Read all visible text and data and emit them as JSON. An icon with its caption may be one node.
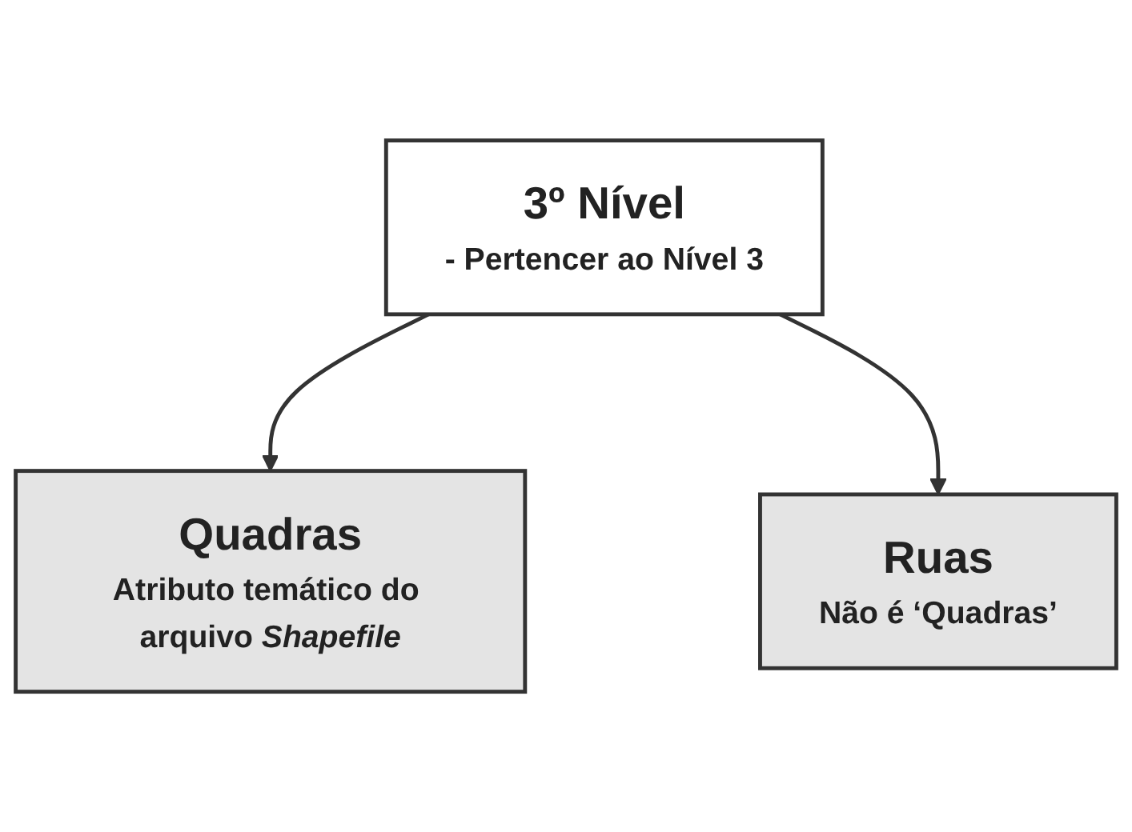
{
  "diagram": {
    "nodes": [
      {
        "text": [
          "3º Nível",
          "- Pertencer ao Nível 3"
        ]
      },
      {
        "text": [
          "Quadras",
          "Atributo temático do arquivo *Shapefile*"
        ]
      },
      {
        "text": [
          "Ruas",
          "Não é ‘Quadras’"
        ]
      }
    ],
    "edges": [
      {
        "from": 0,
        "to": 1,
        "arrow": "to"
      },
      {
        "from": 0,
        "to": 2,
        "arrow": "to"
      }
    ]
  }
}
